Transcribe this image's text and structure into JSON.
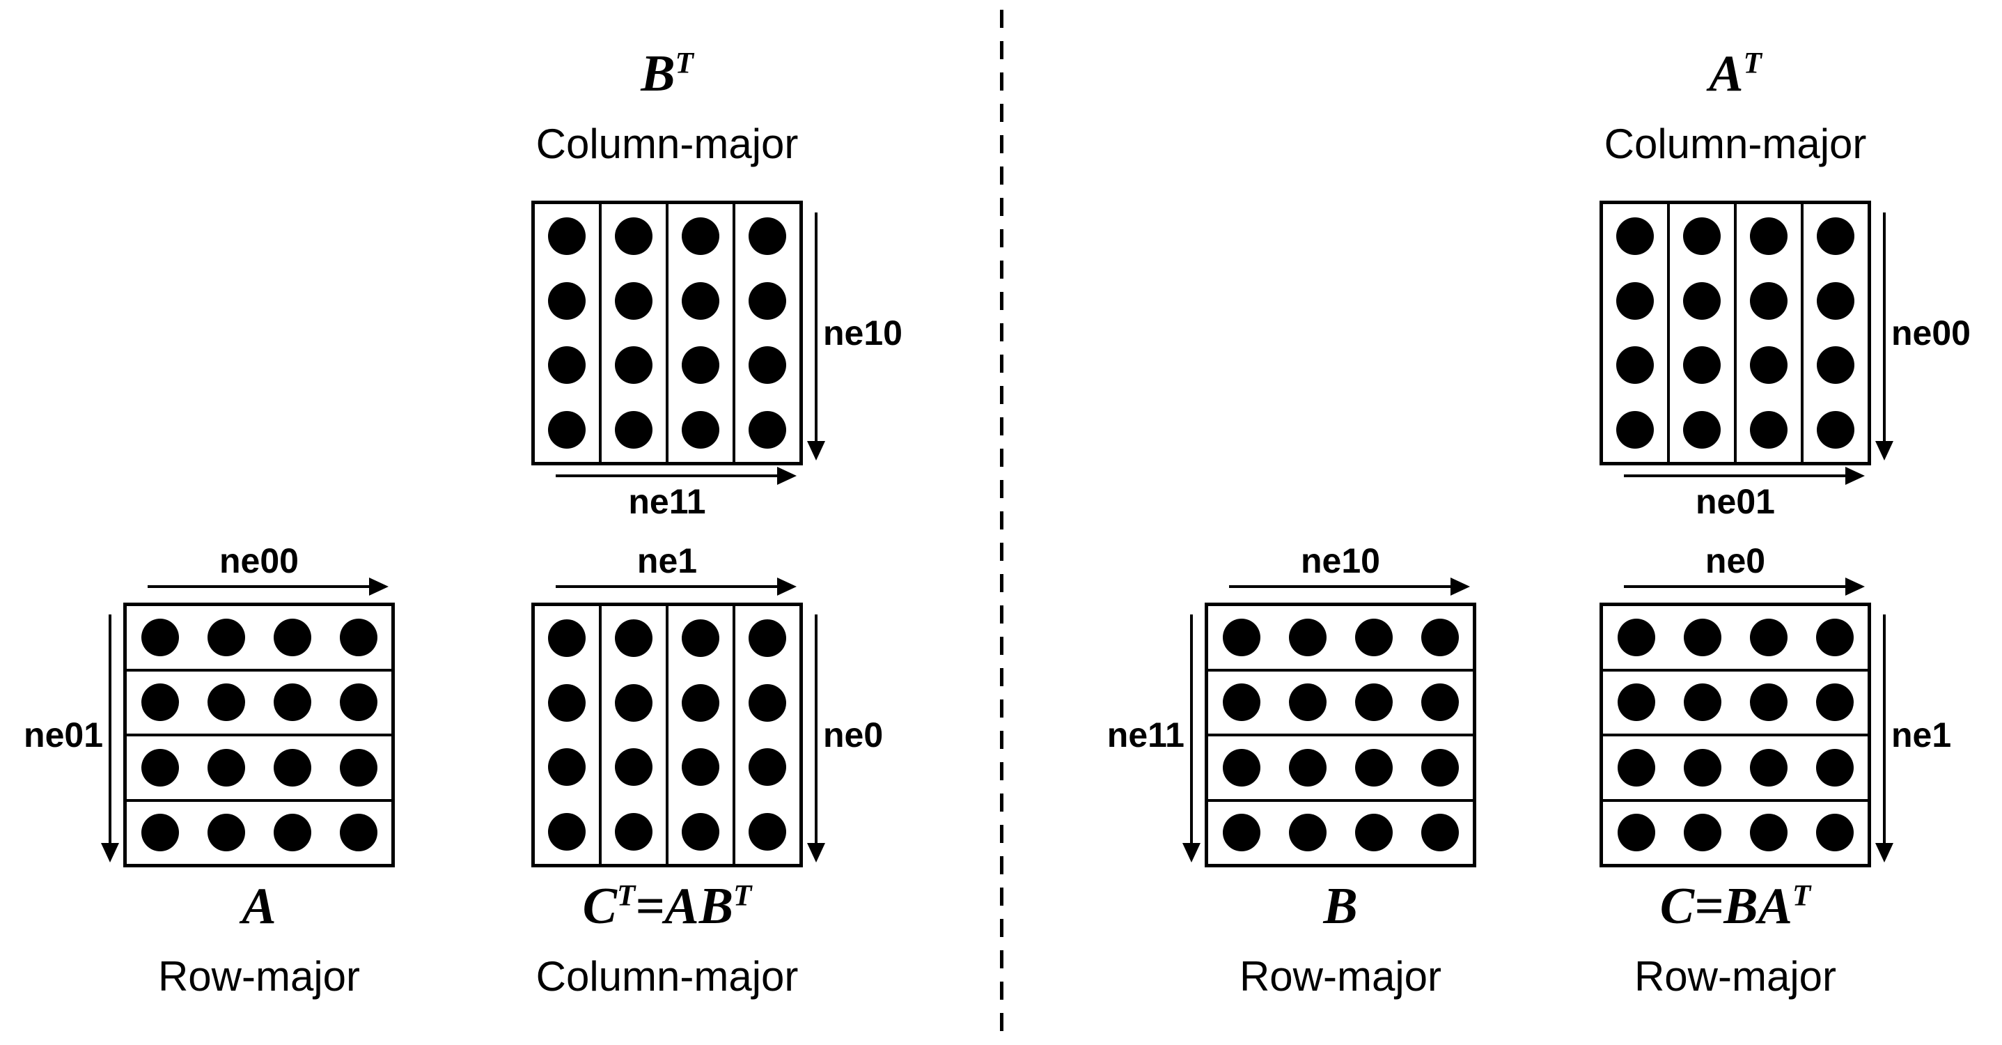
{
  "matrices": [
    {
      "id": "b-transpose",
      "panel": "left",
      "title": "B^T",
      "layout": "Column-major",
      "orientation": "column",
      "rows": 4,
      "cols": 4,
      "arrows": {
        "right": "ne10",
        "bottom": "ne11"
      }
    },
    {
      "id": "a",
      "panel": "left",
      "title": "A",
      "layout": "Row-major",
      "orientation": "row",
      "rows": 4,
      "cols": 4,
      "arrows": {
        "top": "ne00",
        "left": "ne01"
      }
    },
    {
      "id": "c-transpose",
      "panel": "left",
      "title": "C^T=AB^T",
      "layout": "Column-major",
      "orientation": "column",
      "rows": 4,
      "cols": 4,
      "arrows": {
        "top": "ne1",
        "right": "ne0"
      }
    },
    {
      "id": "a-transpose",
      "panel": "right",
      "title": "A^T",
      "layout": "Column-major",
      "orientation": "column",
      "rows": 4,
      "cols": 4,
      "arrows": {
        "right": "ne00",
        "bottom": "ne01"
      }
    },
    {
      "id": "b",
      "panel": "right",
      "title": "B",
      "layout": "Row-major",
      "orientation": "row",
      "rows": 4,
      "cols": 4,
      "arrows": {
        "top": "ne10",
        "left": "ne11"
      }
    },
    {
      "id": "c",
      "panel": "right",
      "title": "C=BA^T",
      "layout": "Row-major",
      "orientation": "row",
      "rows": 4,
      "cols": 4,
      "arrows": {
        "top": "ne0",
        "right": "ne1"
      }
    }
  ],
  "colors": {
    "foreground": "#000000",
    "background": "#ffffff"
  }
}
